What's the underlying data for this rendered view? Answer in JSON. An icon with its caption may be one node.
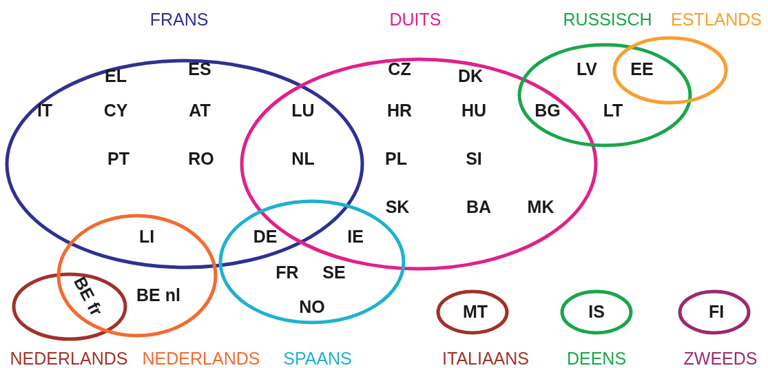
{
  "diagram": {
    "nodes": [
      {
        "text": [
          "FRANS"
        ]
      },
      {
        "text": [
          "DUITS"
        ]
      },
      {
        "text": [
          "RUSSISCH"
        ]
      },
      {
        "text": [
          "ESTLANDS"
        ]
      },
      {
        "text": [
          "NEDERLANDS"
        ]
      },
      {
        "text": [
          "NEDERLANDS"
        ]
      },
      {
        "text": [
          "SPAANS"
        ]
      },
      {
        "text": [
          "ITALIAANS"
        ]
      },
      {
        "text": [
          "DEENS"
        ]
      },
      {
        "text": [
          "ZWEEDS"
        ]
      }
    ],
    "labels": [
      "EL",
      "ES",
      "CZ",
      "DK",
      "LV",
      "EE",
      "IT",
      "CY",
      "AT",
      "LU",
      "HR",
      "HU",
      "BG",
      "LT",
      "PT",
      "RO",
      "NL",
      "PL",
      "SI",
      "SK",
      "BA",
      "MK",
      "LI",
      "DE",
      "IE",
      "FR",
      "SE",
      "BE fr",
      "BE nl",
      "NO",
      "MT",
      "IS",
      "FI"
    ]
  }
}
